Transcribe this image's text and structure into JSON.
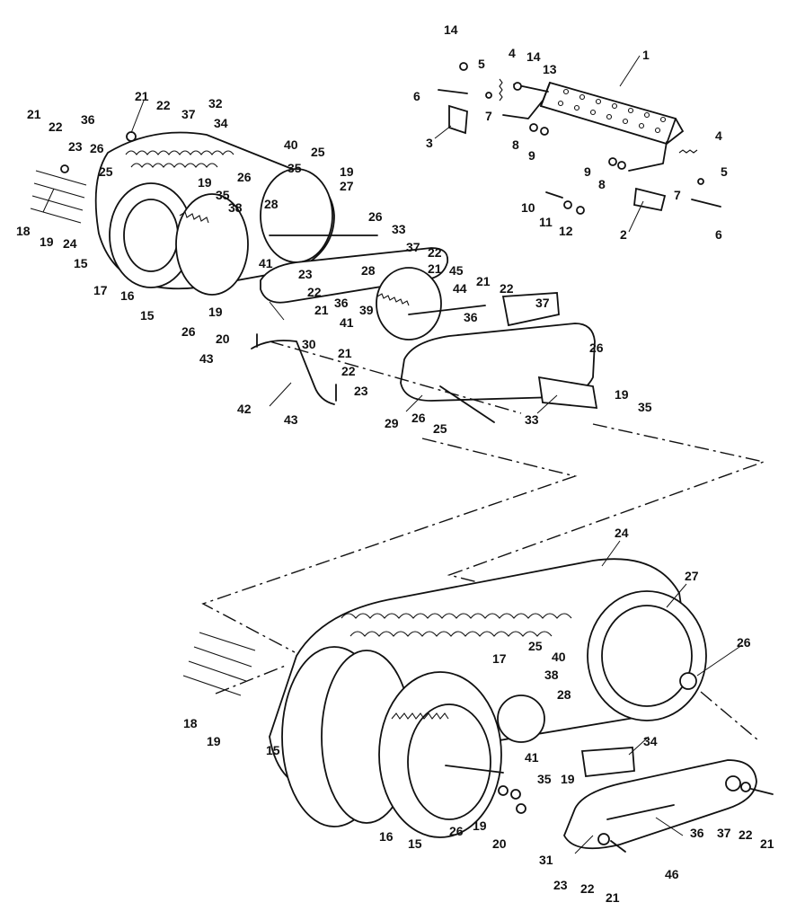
{
  "diagram": {
    "colors": {
      "ink": "#111111",
      "paper": "#ffffff"
    },
    "callouts": [
      {
        "id": "c1",
        "text": "1"
      },
      {
        "id": "c2",
        "text": "2"
      },
      {
        "id": "c3",
        "text": "3"
      },
      {
        "id": "c4a",
        "text": "4"
      },
      {
        "id": "c4b",
        "text": "4"
      },
      {
        "id": "c5a",
        "text": "5"
      },
      {
        "id": "c5b",
        "text": "5"
      },
      {
        "id": "c6a",
        "text": "6"
      },
      {
        "id": "c6b",
        "text": "6"
      },
      {
        "id": "c7a",
        "text": "7"
      },
      {
        "id": "c7b",
        "text": "7"
      },
      {
        "id": "c8a",
        "text": "8"
      },
      {
        "id": "c8b",
        "text": "8"
      },
      {
        "id": "c9a",
        "text": "9"
      },
      {
        "id": "c9b",
        "text": "9"
      },
      {
        "id": "c10",
        "text": "10"
      },
      {
        "id": "c11",
        "text": "11"
      },
      {
        "id": "c12",
        "text": "12"
      },
      {
        "id": "c13",
        "text": "13"
      },
      {
        "id": "c14a",
        "text": "14"
      },
      {
        "id": "c14b",
        "text": "14"
      },
      {
        "id": "t21a",
        "text": "21"
      },
      {
        "id": "t22a",
        "text": "22"
      },
      {
        "id": "t21b",
        "text": "21"
      },
      {
        "id": "t22b",
        "text": "22"
      },
      {
        "id": "t37a",
        "text": "37"
      },
      {
        "id": "t32",
        "text": "32"
      },
      {
        "id": "t36a",
        "text": "36"
      },
      {
        "id": "t34",
        "text": "34"
      },
      {
        "id": "t23a",
        "text": "23"
      },
      {
        "id": "t26a",
        "text": "26"
      },
      {
        "id": "t25a",
        "text": "25"
      },
      {
        "id": "t40a",
        "text": "40"
      },
      {
        "id": "t25b",
        "text": "25"
      },
      {
        "id": "t35a",
        "text": "35"
      },
      {
        "id": "t19a",
        "text": "19"
      },
      {
        "id": "t26b",
        "text": "26"
      },
      {
        "id": "t19b",
        "text": "19"
      },
      {
        "id": "t35b",
        "text": "35"
      },
      {
        "id": "t28a",
        "text": "28"
      },
      {
        "id": "t38a",
        "text": "38"
      },
      {
        "id": "t27a",
        "text": "27"
      },
      {
        "id": "t26c",
        "text": "26"
      },
      {
        "id": "t33a",
        "text": "33"
      },
      {
        "id": "t18a",
        "text": "18"
      },
      {
        "id": "t19c",
        "text": "19"
      },
      {
        "id": "t24a",
        "text": "24"
      },
      {
        "id": "t15a",
        "text": "15"
      },
      {
        "id": "t17a",
        "text": "17"
      },
      {
        "id": "t16a",
        "text": "16"
      },
      {
        "id": "t15b",
        "text": "15"
      },
      {
        "id": "t41a",
        "text": "41"
      },
      {
        "id": "t26d",
        "text": "26"
      },
      {
        "id": "t19d",
        "text": "19"
      },
      {
        "id": "t20a",
        "text": "20"
      },
      {
        "id": "t37b",
        "text": "37"
      },
      {
        "id": "t22c",
        "text": "22"
      },
      {
        "id": "t21c",
        "text": "21"
      },
      {
        "id": "t45",
        "text": "45"
      },
      {
        "id": "t23b",
        "text": "23"
      },
      {
        "id": "t28b",
        "text": "28"
      },
      {
        "id": "t22d",
        "text": "22"
      },
      {
        "id": "t21d",
        "text": "21"
      },
      {
        "id": "t36b",
        "text": "36"
      },
      {
        "id": "t39",
        "text": "39"
      },
      {
        "id": "t44",
        "text": "44"
      },
      {
        "id": "t21e",
        "text": "21"
      },
      {
        "id": "t22e",
        "text": "22"
      },
      {
        "id": "t37c",
        "text": "37"
      },
      {
        "id": "t36c",
        "text": "36"
      },
      {
        "id": "t41b",
        "text": "41"
      },
      {
        "id": "t30",
        "text": "30"
      },
      {
        "id": "t43a",
        "text": "43"
      },
      {
        "id": "t21f",
        "text": "21"
      },
      {
        "id": "t22f",
        "text": "22"
      },
      {
        "id": "t26e",
        "text": "26"
      },
      {
        "id": "t23c",
        "text": "23"
      },
      {
        "id": "t42",
        "text": "42"
      },
      {
        "id": "t43b",
        "text": "43"
      },
      {
        "id": "t19e",
        "text": "19"
      },
      {
        "id": "t35c",
        "text": "35"
      },
      {
        "id": "t29",
        "text": "29"
      },
      {
        "id": "t26f",
        "text": "26"
      },
      {
        "id": "t25c",
        "text": "25"
      },
      {
        "id": "t33b",
        "text": "33"
      },
      {
        "id": "b24",
        "text": "24"
      },
      {
        "id": "b27",
        "text": "27"
      },
      {
        "id": "b26a",
        "text": "26"
      },
      {
        "id": "b25",
        "text": "25"
      },
      {
        "id": "b40",
        "text": "40"
      },
      {
        "id": "b17",
        "text": "17"
      },
      {
        "id": "b38",
        "text": "38"
      },
      {
        "id": "b28",
        "text": "28"
      },
      {
        "id": "b18",
        "text": "18"
      },
      {
        "id": "b19a",
        "text": "19"
      },
      {
        "id": "b41",
        "text": "41"
      },
      {
        "id": "b34",
        "text": "34"
      },
      {
        "id": "b35",
        "text": "35"
      },
      {
        "id": "b19b",
        "text": "19"
      },
      {
        "id": "b15a",
        "text": "15"
      },
      {
        "id": "b16",
        "text": "16"
      },
      {
        "id": "b15b",
        "text": "15"
      },
      {
        "id": "b26b",
        "text": "26"
      },
      {
        "id": "b19c",
        "text": "19"
      },
      {
        "id": "b20",
        "text": "20"
      },
      {
        "id": "b31",
        "text": "31"
      },
      {
        "id": "b36",
        "text": "36"
      },
      {
        "id": "b37",
        "text": "37"
      },
      {
        "id": "b22a",
        "text": "22"
      },
      {
        "id": "b21a",
        "text": "21"
      },
      {
        "id": "b46",
        "text": "46"
      },
      {
        "id": "b23",
        "text": "23"
      },
      {
        "id": "b22b",
        "text": "22"
      },
      {
        "id": "b21b",
        "text": "21"
      }
    ]
  }
}
